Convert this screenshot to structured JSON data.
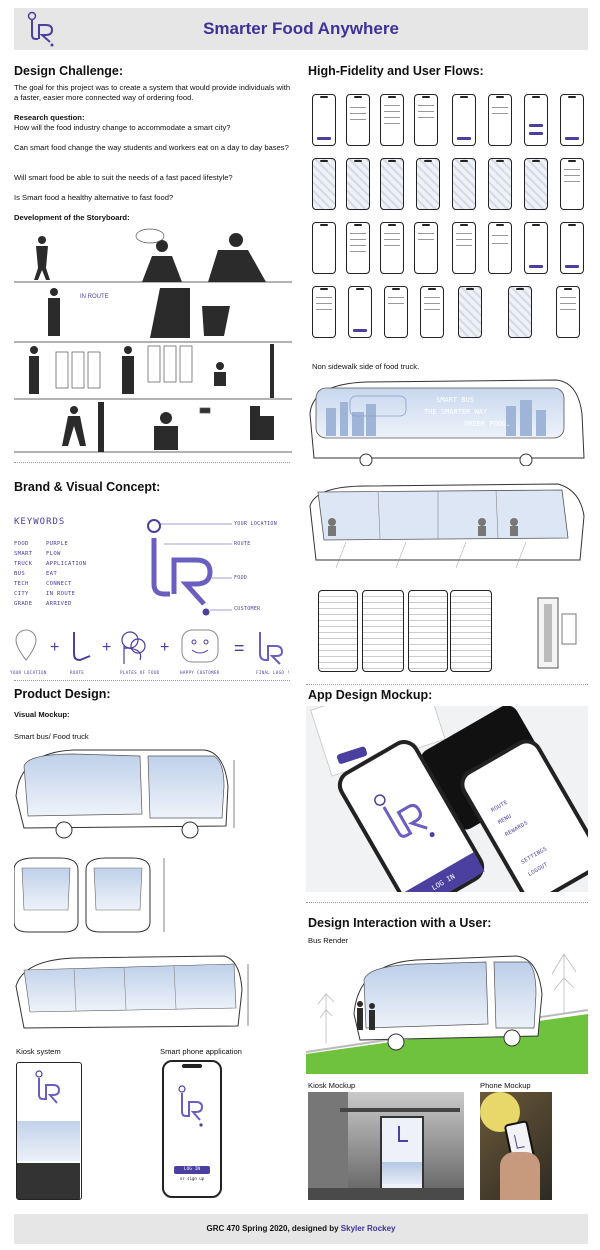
{
  "header": {
    "title": "Smarter Food Anywhere",
    "title_color": "#3e3298"
  },
  "accent": "#4b3fa0",
  "design_challenge": {
    "heading": "Design Challenge:",
    "intro": "The goal for this project was to create a system that would provide individuals with a faster, easier more connected way of ordering food.",
    "research_label": "Research question:",
    "questions": [
      "How will the food industry change to accommodate a smart city?",
      "Can smart food change the way students and workers eat on a day to day bases?",
      "Will smart food be able to suit the needs of a fast paced lifestyle?",
      "Is Smart food a healthy alternative to fast food?"
    ],
    "storyboard_label": "Development of the Storyboard:",
    "storyboard_logo_text": "IN ROUTE"
  },
  "high_fidelity": {
    "heading": "High-Fidelity and User Flows:",
    "food_truck_caption": "Non sidewalk side of food truck.",
    "bus_slogan": [
      "SMART BUS",
      "THE SMARTER WAY",
      "ORDER FOOD."
    ]
  },
  "brand": {
    "heading": "Brand & Visual Concept:",
    "keywords_title": "KEYWORDS",
    "keywords": [
      [
        "FOOD",
        "PURPLE"
      ],
      [
        "SMART",
        "FLOW"
      ],
      [
        "TRUCK",
        "APPLICATION"
      ],
      [
        "BUS",
        "EAT"
      ],
      [
        "TECH",
        "CONNECT"
      ],
      [
        "CITY",
        "IN ROUTE"
      ],
      [
        "GRADE",
        "ARRIVED"
      ]
    ],
    "logo_labels": [
      "YOUR LOCATION",
      "ROUTE",
      "FOOD",
      "CUSTOMER"
    ],
    "equation_labels": [
      "YOUR LOCATION",
      "ROUTE",
      "PLATES OF FOOD",
      "HAPPY CUSTOMER",
      "FINAL LOGO !"
    ]
  },
  "product": {
    "heading": "Product Design:",
    "visual_mockup": "Visual Mockup:",
    "bus_label": "Smart bus/ Food truck",
    "kiosk_label": "Kiosk system",
    "phone_label": "Smart phone application",
    "phone_button": "LOG IN",
    "phone_link": "or sign up"
  },
  "app_mockup": {
    "heading": "App Design Mockup:",
    "menu_items": [
      "ROUTE",
      "MENU",
      "REWARDS",
      "SETTINGS",
      "LOGOUT"
    ],
    "login_button": "LOG IN"
  },
  "interaction": {
    "heading": "Design Interaction with a User:",
    "bus_render": "Bus Render",
    "kiosk_mockup": "Kiosk Mockup",
    "phone_mockup": "Phone Mockup"
  },
  "footer": {
    "prefix": "GRC 470 Spring 2020, designed by ",
    "designer": "Skyler Rockey",
    "designer_color": "#3e3298"
  }
}
